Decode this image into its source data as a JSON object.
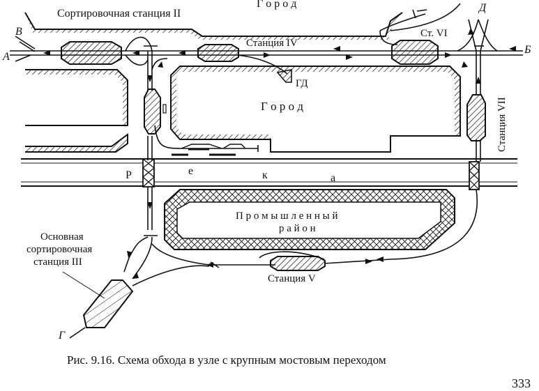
{
  "labels": {
    "station_ii": "Сортировочная станция II",
    "gorod_top": "Г о р о д",
    "station_iv": "Станция IV",
    "st_vi": "Ст. VI",
    "gd": "ГД",
    "gorod_center": "Г о р о д",
    "station_vii": "Станция VII",
    "reka_r": "Р",
    "reka_e": "е",
    "reka_k": "к",
    "reka_a": "а",
    "prom_1": "П р о м ы ш л е н н ы й",
    "prom_2": "р а й о н",
    "main_1": "Основная",
    "main_2": "сортировочная",
    "main_3": "станция III",
    "station_v": "Станция V",
    "dir_a": "А",
    "dir_b": "Б",
    "dir_v": "В",
    "dir_g": "Г",
    "dir_d": "Д",
    "caption": "Рис. 9.16. Схема обхода в узле с крупным мостовым переходом",
    "page_number": "333"
  }
}
